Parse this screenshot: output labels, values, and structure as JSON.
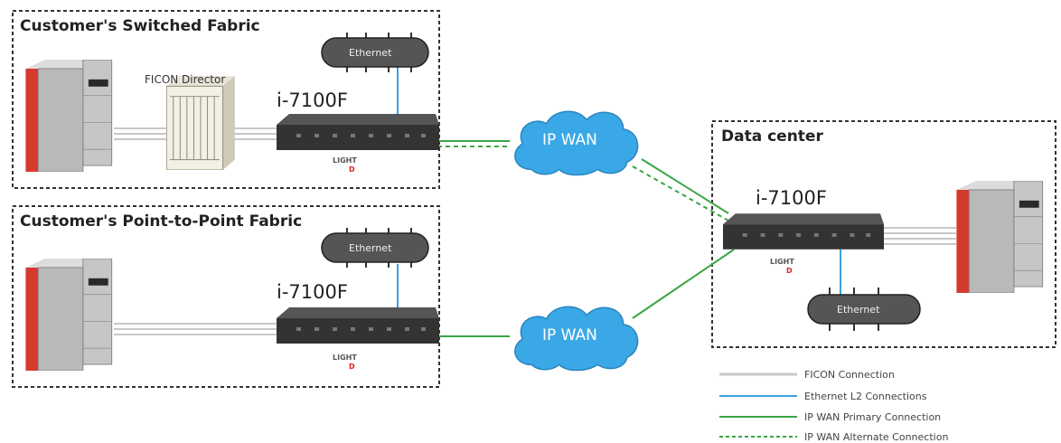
{
  "groups": {
    "switched": {
      "title": "Customer's Switched Fabric",
      "director_label": "FICON Director",
      "device_label": "i-7100F"
    },
    "p2p": {
      "title": "Customer's Point-to-Point Fabric",
      "device_label": "i-7100F"
    },
    "datacenter": {
      "title": "Data center",
      "device_label": "i-7100F"
    }
  },
  "clouds": {
    "top": "IP WAN",
    "bottom": "IP WAN"
  },
  "ethernet_label": "Ethernet",
  "logo": {
    "line1": "LIGHT",
    "line2": "D"
  },
  "legend": [
    {
      "label": "FICON Connection",
      "color": "#c8c8c8",
      "style": "solid"
    },
    {
      "label": "Ethernet L2 Connections",
      "color": "#3aa0e0",
      "style": "solid"
    },
    {
      "label": "IP WAN Primary Connection",
      "color": "#3aa544",
      "style": "solid"
    },
    {
      "label": "IP WAN Alternate Connection",
      "color": "#3aa544",
      "style": "dashed"
    }
  ],
  "colors": {
    "cloud": "#3aa8e6",
    "server_red": "#d43a2e",
    "device": "#3a3a3a",
    "ficon": "#c8c8c8",
    "ethernet": "#3aa0e0",
    "wan": "#3aa544"
  }
}
